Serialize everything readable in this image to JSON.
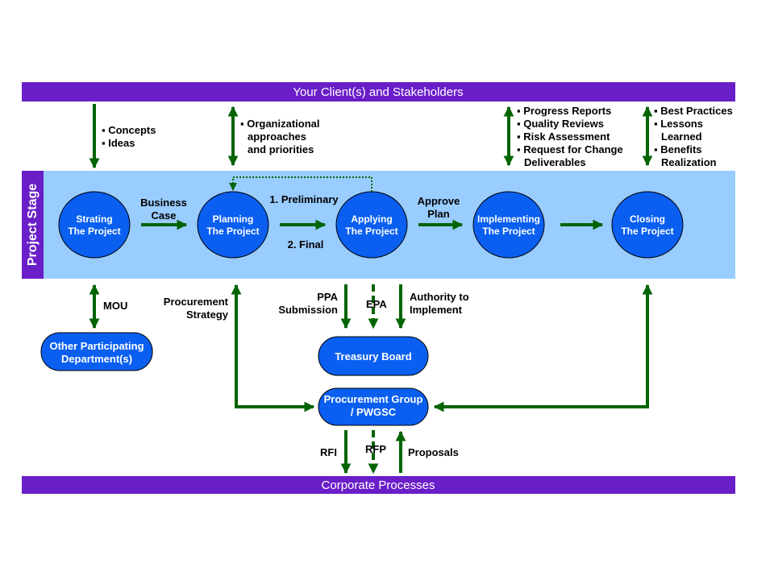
{
  "bands": {
    "top": "Your Client(s) and Stakeholders",
    "bottom": "Corporate Processes",
    "side": "Project Stage"
  },
  "stages": [
    {
      "line1": "Strating",
      "line2": "The Project"
    },
    {
      "line1": "Planning",
      "line2": "The Project"
    },
    {
      "line1": "Applying",
      "line2": "The Project"
    },
    {
      "line1": "Implementing",
      "line2": "The Project"
    },
    {
      "line1": "Closing",
      "line2": "The Project"
    }
  ],
  "flow_labels": {
    "business_case": [
      "Business",
      "Case"
    ],
    "preliminary": "1. Preliminary",
    "final": "2. Final",
    "approve_plan": [
      "Approve",
      "Plan"
    ]
  },
  "stakeholder_notes": {
    "concepts": [
      "▪ Concepts",
      "▪ Ideas"
    ],
    "organizational": [
      "▪ Organizational",
      "approaches",
      "and priorities"
    ],
    "progress": [
      "▪ Progress Reports",
      "▪ Quality Reviews",
      "▪ Risk Assessment",
      "▪ Request for Change",
      "Deliverables"
    ],
    "best": [
      "▪ Best Practices",
      "▪ Lessons",
      "Learned",
      "▪ Benefits",
      "Realization"
    ]
  },
  "lower_labels": {
    "mou": "MOU",
    "procurement_strategy": [
      "Procurement",
      "Strategy"
    ],
    "ppa": [
      "PPA",
      "Submission"
    ],
    "epa": "EPA",
    "authority": [
      "Authority to",
      "Implement"
    ],
    "rfi": "RFI",
    "rfp": "RFP",
    "proposals": "Proposals"
  },
  "entities": {
    "other_departments": [
      "Other Participating",
      "Department(s)"
    ],
    "treasury_board": "Treasury Board",
    "procurement_group": [
      "Procurement Group",
      "/ PWGSC"
    ]
  },
  "colors": {
    "band": "#6a1ec8",
    "stage_bg": "#99ccff",
    "node": "#0a5ff0",
    "arrow": "#006400"
  }
}
